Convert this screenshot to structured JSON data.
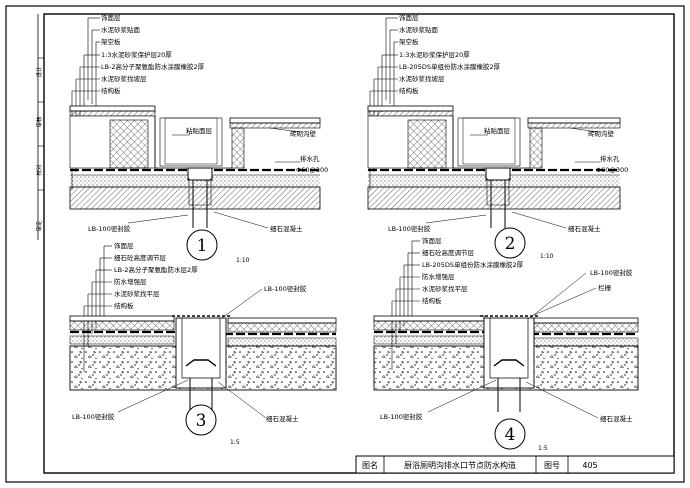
{
  "margin_labels": [
    "设计",
    "审核",
    "校对",
    "审定"
  ],
  "detail1": {
    "number": "1",
    "layers": [
      "饰面层",
      "水泥砂浆贴面",
      "架空板",
      "1:3水泥砂浆保护层20厚",
      "LB-2高分子聚氨酯防水涂膜橡胶2厚",
      "水泥砂浆找坡层",
      "结构板"
    ],
    "callouts": {
      "adhesive": "粘贴面层",
      "brick": "砖砌沟壁",
      "drain": "排水孔",
      "drain_size": "Φ60@300",
      "sealant": "LB-100密封胶",
      "concrete": "细石混凝土"
    }
  },
  "detail2": {
    "number": "2",
    "layers": [
      "饰面层",
      "水泥砂浆贴面",
      "架空板",
      "1:3水泥砂浆保护层20厚",
      "LB-205DS单组份防水涂膜橡胶2厚",
      "水泥砂浆找坡层",
      "结构板"
    ],
    "callouts": {
      "adhesive": "粘贴面层",
      "brick": "砖砌沟壁",
      "drain": "排水孔",
      "drain_size": "Φ60@300",
      "sealant": "LB-100密封胶",
      "concrete": "细石混凝土"
    }
  },
  "detail3": {
    "number": "3",
    "scale": "1:5",
    "layers": [
      "饰面层",
      "细石砼高度调节层",
      "LB-2高分子聚氨酯防水层2厚",
      "防水增强层",
      "水泥砂浆找平层",
      "结构板"
    ],
    "callouts": {
      "sealant_top": "LB-100密封胶",
      "sealant_bottom": "LB-100密封胶",
      "concrete": "细石混凝土"
    }
  },
  "detail4": {
    "number": "4",
    "scale": "1:5",
    "layers": [
      "饰面层",
      "细石砼高度调节层",
      "LB-205DS单组份防水涂膜橡胶2厚",
      "防水增强层",
      "水泥砂浆找平层",
      "结构板"
    ],
    "callouts": {
      "sealant_top": "LB-100密封胶",
      "grate": "栏栅",
      "sealant_bottom": "LB-100密封胶",
      "concrete": "细石混凝土"
    }
  },
  "scale_mid_left": "1:10",
  "scale_mid_right": "1:10",
  "title_block": {
    "label_name": "图名",
    "title": "厨浴厕明沟排水口节点防水构造",
    "label_number": "图号",
    "number": "405"
  }
}
